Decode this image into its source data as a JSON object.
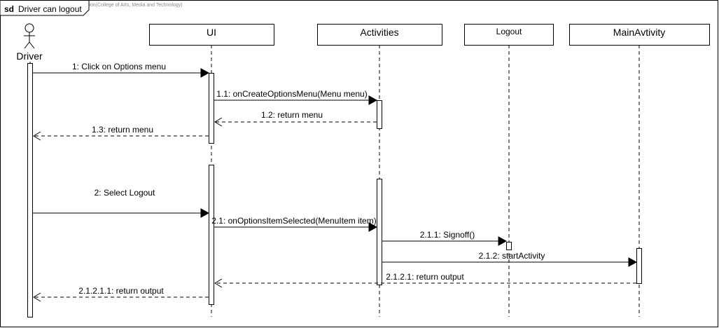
{
  "watermark": "Visual Paradigm for UML Enterprise Edition(College of Arts, Media and Technology)",
  "frame": {
    "keyword": "sd",
    "title": "Driver can logout"
  },
  "lifelines": [
    {
      "id": "driver",
      "label": "Driver",
      "kind": "actor"
    },
    {
      "id": "ui",
      "label": "UI",
      "kind": "object"
    },
    {
      "id": "activities",
      "label": "Activities",
      "kind": "object"
    },
    {
      "id": "logout",
      "label": "Logout",
      "kind": "object"
    },
    {
      "id": "main",
      "label": "MainAvtivity",
      "kind": "object"
    }
  ],
  "messages": [
    {
      "id": "m1",
      "label": "1: Click on Options menu",
      "from": "driver",
      "to": "ui",
      "kind": "sync"
    },
    {
      "id": "m11",
      "label": "1.1: onCreateOptionsMenu(Menu menu)",
      "from": "ui",
      "to": "activities",
      "kind": "sync"
    },
    {
      "id": "m12",
      "label": "1.2: return menu",
      "from": "activities",
      "to": "ui",
      "kind": "return"
    },
    {
      "id": "m13",
      "label": "1.3: return menu",
      "from": "ui",
      "to": "driver",
      "kind": "return"
    },
    {
      "id": "m2",
      "label": "2: Select Logout",
      "from": "driver",
      "to": "ui",
      "kind": "sync"
    },
    {
      "id": "m21",
      "label": "2.1: onOptionsItemSelected(MenuItem item)",
      "from": "ui",
      "to": "activities",
      "kind": "sync"
    },
    {
      "id": "m211",
      "label": "2.1.1: Signoff()",
      "from": "activities",
      "to": "logout",
      "kind": "sync"
    },
    {
      "id": "m212",
      "label": "2.1.2: startActivity",
      "from": "activities",
      "to": "main",
      "kind": "sync"
    },
    {
      "id": "m2121",
      "label": "2.1.2.1: return output",
      "from": "main",
      "to": "ui",
      "kind": "return"
    },
    {
      "id": "m21211",
      "label": "2.1.2.1.1: return output",
      "from": "ui",
      "to": "driver",
      "kind": "return"
    }
  ]
}
